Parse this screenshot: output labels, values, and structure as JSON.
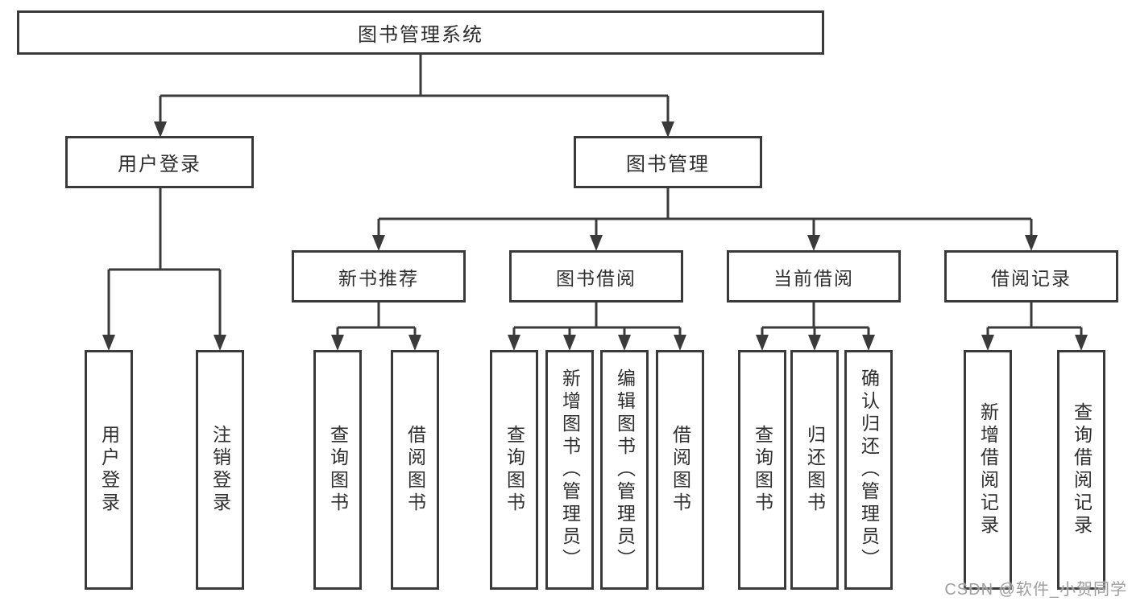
{
  "diagram": {
    "root": {
      "label": "图书管理系统"
    },
    "level2": [
      {
        "id": "user-login",
        "label": "用户登录"
      },
      {
        "id": "book-management",
        "label": "图书管理"
      }
    ],
    "level3": [
      {
        "id": "new-book-recommend",
        "label": "新书推荐"
      },
      {
        "id": "book-borrowing",
        "label": "图书借阅"
      },
      {
        "id": "current-borrowing",
        "label": "当前借阅"
      },
      {
        "id": "borrowing-records",
        "label": "借阅记录"
      }
    ],
    "leaves": {
      "user_login": [
        "用户登录",
        "注销登录"
      ],
      "new_book_recommend": [
        "查询图书",
        "借阅图书"
      ],
      "book_borrowing": [
        "查询图书",
        "新增图书（管理员）",
        "编辑图书（管理员）",
        "借阅图书"
      ],
      "current_borrowing": [
        "查询图书",
        "归还图书",
        "确认归还（管理员）"
      ],
      "borrowing_records": [
        "新增借阅记录",
        "查询借阅记录"
      ]
    }
  },
  "watermark": "CSDN @软件_小贺同学",
  "colors": {
    "line": "#3a3a3a",
    "border": "#3a3a3a",
    "text": "#2e2e2e",
    "watermark": "#9e9e9e",
    "background": "#ffffff"
  }
}
